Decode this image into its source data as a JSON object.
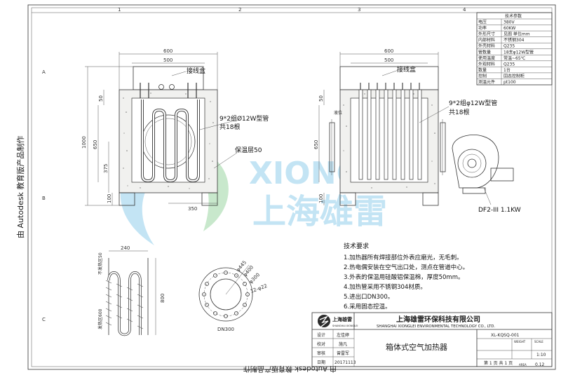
{
  "side_text": {
    "left": "由 Autodesk 教育版产品制作",
    "bottom": "由 Autodesk 教育版产品制作"
  },
  "border": {
    "col_labels": [
      "1",
      "2",
      "3",
      "4"
    ],
    "row_labels": [
      "A",
      "B",
      "C"
    ]
  },
  "params": {
    "title": "技术参数",
    "rows": [
      {
        "k": "电压",
        "v": "380V"
      },
      {
        "k": "功率",
        "v": "60KW"
      },
      {
        "k": "外形尺寸",
        "v": "见图  单位mm"
      },
      {
        "k": "内部材料",
        "v": "不锈钢304"
      },
      {
        "k": "外壳材料",
        "v": "Q235"
      },
      {
        "k": "管数量",
        "v": "18支φ12W型管"
      },
      {
        "k": "使用温度",
        "v": "常温~65℃"
      },
      {
        "k": "外观材料",
        "v": "Q235"
      },
      {
        "k": "数量",
        "v": "1台"
      },
      {
        "k": "控制",
        "v": "固态控制柜"
      },
      {
        "k": "测温元件",
        "v": "pt100"
      }
    ]
  },
  "front_view": {
    "dim_600": "600",
    "dim_500": "500",
    "dim_50": "50",
    "dim_1000": "1000",
    "dim_650": "650",
    "dim_375": "375",
    "dim_100": "100",
    "dim_350": "350",
    "label_box": "接线盒",
    "label_tubes_1": "9*2组Ø12W型管",
    "label_tubes_2": "共18根",
    "label_insulation": "保温层50"
  },
  "side_view": {
    "dim_600": "600",
    "dim_500": "500",
    "dim_50": "50",
    "dim_650": "650",
    "dim_100": "100",
    "label_box": "接线盒",
    "label_tubes_1": "9*2组φ12W型管",
    "label_tubes_2": "共18根",
    "label_gauge": "液位",
    "label_fan": "DF2-III  1.1KW"
  },
  "tube_detail": {
    "dim_240": "240",
    "dim_800": "800",
    "label_unheated": "不发热区50",
    "label_heated": "发热区600"
  },
  "flange": {
    "d445": "φ445",
    "d400": "φ400",
    "d300": "φ300",
    "holes": "12-φ22",
    "name": "DN300"
  },
  "watermark": {
    "en": "XIONGLEI",
    "cn": "上海雄雷"
  },
  "requirements": {
    "title": "技术要求",
    "items": [
      "1.加热器所有焊接部位外表应磨光，无毛刺。",
      "2.热电偶安装在空气出口处，测点在管道中心。",
      "3.外表的保温用硅酸铝保温棉，厚度50mm。",
      "4.加热管采用不锈钢304材质。",
      "5.进出口DN300。",
      "6.采用固态控温。"
    ]
  },
  "title_block": {
    "logo_text": "上海雄雷",
    "logo_sub": "SHANGHAI XIONGLEI",
    "company_cn": "上海雄雷环保科技有限公司",
    "company_en": "SHANGHAI XIONGLEI ENVIRONMENTAL TECHNOLOGY CO., LTD.",
    "roles": [
      {
        "k": "设计",
        "v": "左佳婷"
      },
      {
        "k": "校对",
        "v": "施凡"
      },
      {
        "k": "审核",
        "v": "曾雷军"
      },
      {
        "k": "日期",
        "v": "20171113"
      }
    ],
    "drawing_title": "箱体式空气加热器",
    "code": "XL-KQSQ-001",
    "scale_label": "SCALE",
    "scale_value": "1:10",
    "weight_label": "WEIGHT",
    "area_label": "AREA",
    "area_value": "0.12",
    "sheet": "第 1 页  共 1 页"
  }
}
